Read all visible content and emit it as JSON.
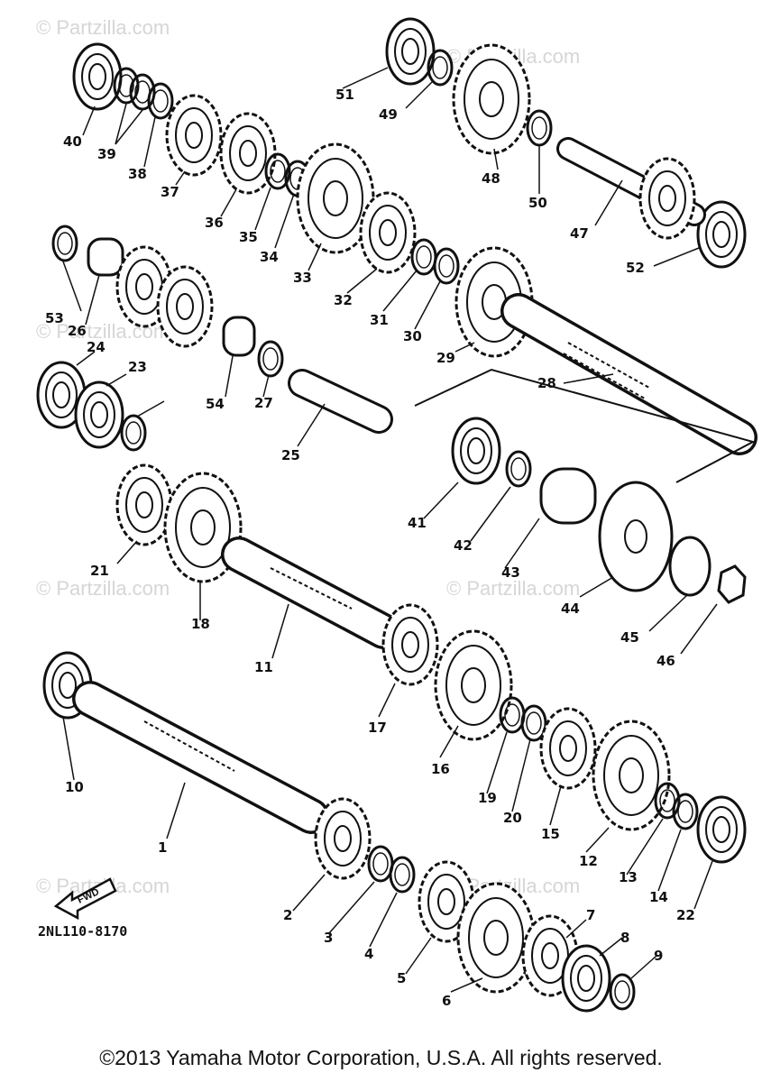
{
  "watermark": "© Partzilla.com",
  "diagram_code": "2NL110-8170",
  "fwd_label": "FWD",
  "copyright": "©2013 Yamaha Motor Corporation, U.S.A. All rights reserved.",
  "part_numbers": [
    "1",
    "2",
    "3",
    "4",
    "5",
    "6",
    "7",
    "8",
    "9",
    "10",
    "11",
    "12",
    "13",
    "14",
    "15",
    "16",
    "17",
    "18",
    "19",
    "20",
    "21",
    "22",
    "23",
    "24",
    "25",
    "26",
    "27",
    "28",
    "29",
    "30",
    "31",
    "32",
    "33",
    "34",
    "35",
    "36",
    "37",
    "38",
    "39",
    "40",
    "41",
    "42",
    "43",
    "44",
    "45",
    "46",
    "47",
    "48",
    "49",
    "50",
    "51",
    "52",
    "53",
    "54"
  ],
  "colors": {
    "line": "#111111",
    "watermark": "#d6d6d6",
    "background": "#ffffff"
  }
}
